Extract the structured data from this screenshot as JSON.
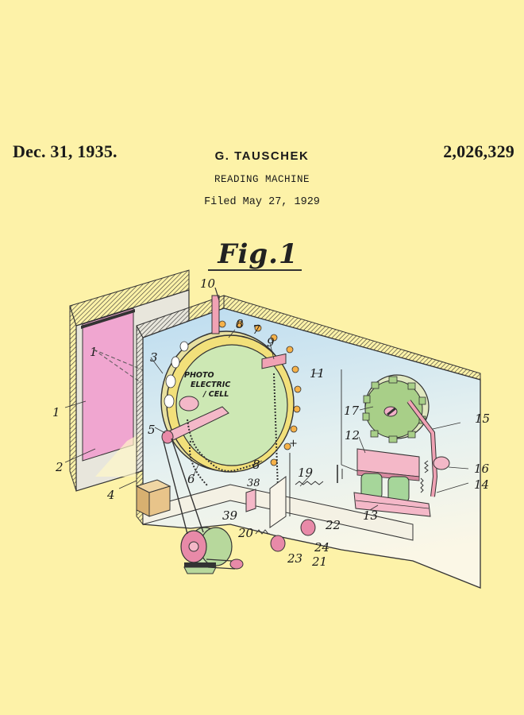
{
  "header": {
    "date": "Dec. 31, 1935.",
    "inventor": "G. TAUSCHEK",
    "patent_number": "2,026,329",
    "title": "READING MACHINE",
    "filed": "Filed May 27, 1929"
  },
  "figure": {
    "label": "Fig.1",
    "cell_text_1": "PHOTO",
    "cell_text_2": "ELECTRIC",
    "cell_text_3": "/ CELL",
    "sheet_glyph": "1",
    "plus_sign": "+",
    "reference_numerals": [
      "1",
      "2",
      "3",
      "4",
      "5",
      "6",
      "7",
      "8",
      "8",
      "9",
      "10",
      "11",
      "12",
      "13",
      "14",
      "15",
      "16",
      "17",
      "19",
      "20",
      "21",
      "22",
      "23",
      "24",
      "38",
      "39"
    ]
  },
  "colors": {
    "background": "#fdf2a8",
    "panel_wash": "#cfe6f2",
    "sheet_pink": "#f0a6d0",
    "disc_green": "#cde8b4",
    "ring_yellow": "#f2e07a",
    "relay_green": "#a6d69a",
    "parts_pink": "#f4b8c8",
    "motor_pink": "#e88aa8"
  }
}
